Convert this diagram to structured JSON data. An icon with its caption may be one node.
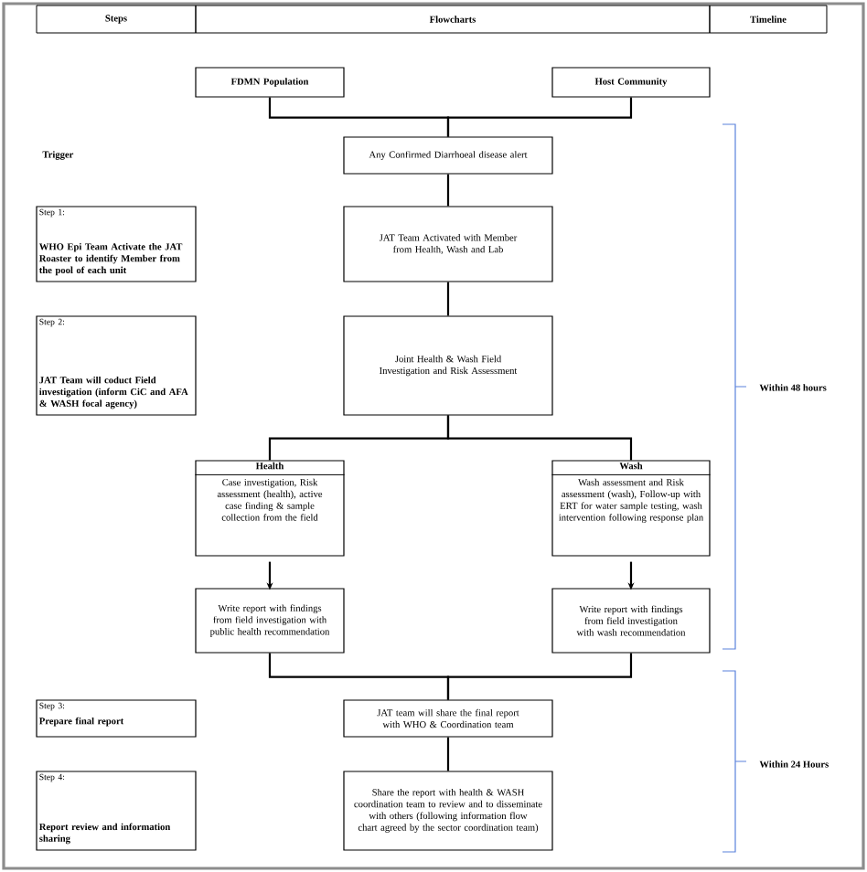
{
  "diagram": {
    "nodes": [
      {
        "text": [
          "Steps"
        ]
      },
      {
        "text": [
          "Flowcharts"
        ]
      },
      {
        "text": [
          "Timeline"
        ]
      },
      {
        "text": [
          "FDMN Population"
        ]
      },
      {
        "text": [
          "Host Community"
        ]
      },
      {
        "text": [
          "Any Confirmed Diarrhoeal disease alert"
        ]
      },
      {
        "text": [
          "Step 1:",
          "WHO Epi Team Activate the JAT Roaster to identify Member from the pool of each unit"
        ]
      },
      {
        "text": [
          "JAT Team Activated with Member from Health, Wash and Lab"
        ]
      },
      {
        "text": [
          "Step 2:",
          "JAT Team will coduct Field investigation (inform CiC and AFA & WASH focal agency)"
        ]
      },
      {
        "text": [
          "Joint Health & Wash Field Investigation and Risk Assessment"
        ]
      },
      {
        "text": [
          "Health",
          "Case investigation, Risk assessment (health), active case finding & sample collection from the field"
        ]
      },
      {
        "text": [
          "Wash",
          "Wash assessment and Risk assessment (wash), Follow-up with ERT for water sample testing, wash intervention following response plan"
        ]
      },
      {
        "text": [
          "Write report with findings from field investigation with public health recommendation"
        ]
      },
      {
        "text": [
          "Write report with findings from field investigation with wash recommendation"
        ]
      },
      {
        "text": [
          "Step 3:",
          "Prepare final report"
        ]
      },
      {
        "text": [
          "JAT team will share the final report with WHO & Coordination team"
        ]
      },
      {
        "text": [
          "Step 4:",
          "Report review and information sharing"
        ]
      },
      {
        "text": [
          "Share the report with health & WASH coordination team to review and to disseminate with others (following information flow chart agreed by the sector coordination team)"
        ]
      }
    ],
    "edges": [
      {
        "from": 3,
        "to": 5,
        "arrow": "none"
      },
      {
        "from": 4,
        "to": 5,
        "arrow": "none"
      },
      {
        "from": 5,
        "to": 7,
        "arrow": "none"
      },
      {
        "from": 7,
        "to": 9,
        "arrow": "none"
      },
      {
        "from": 9,
        "to": 10,
        "arrow": "none"
      },
      {
        "from": 9,
        "to": 11,
        "arrow": "none"
      },
      {
        "from": 10,
        "to": 12,
        "arrow": "to"
      },
      {
        "from": 11,
        "to": 13,
        "arrow": "to"
      },
      {
        "from": 12,
        "to": 15,
        "arrow": "none"
      },
      {
        "from": 13,
        "to": 15,
        "arrow": "none"
      },
      {
        "from": 15,
        "to": 17,
        "arrow": "none"
      }
    ],
    "labels": [
      "Trigger",
      "Within 48 hours",
      "Within 24 Hours"
    ]
  }
}
